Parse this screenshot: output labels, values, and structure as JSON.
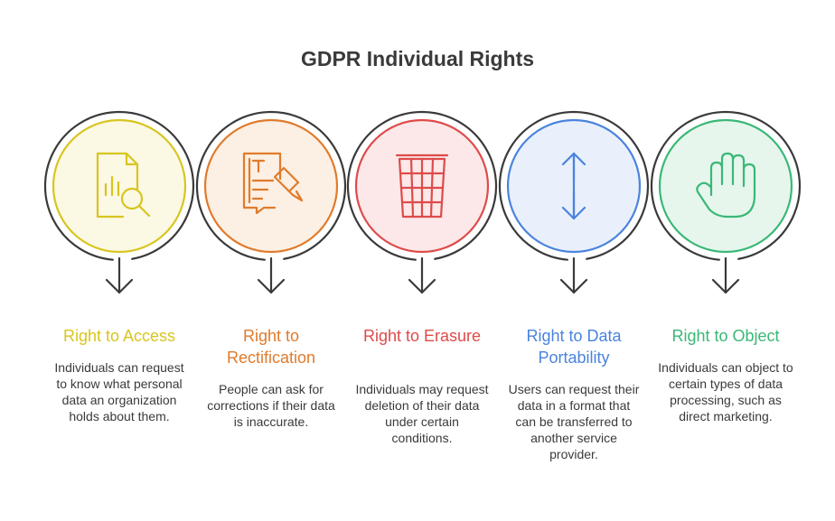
{
  "title": "GDPR Individual Rights",
  "colors": {
    "track": "#3a3a3a",
    "title": "#3a3a3a",
    "text": "#3a3a3a"
  },
  "items": [
    {
      "heading": "Right to Access",
      "description": "Individuals can request to know what personal data an organization holds about them.",
      "color": "#d8c51e",
      "fill": "#fbf8e4",
      "icon": "document-search-icon"
    },
    {
      "heading": "Right to Rectification",
      "description": "People can ask for corrections if their data is inaccurate.",
      "color": "#e07b2c",
      "fill": "#fcefe3",
      "icon": "document-edit-icon"
    },
    {
      "heading": "Right to Erasure",
      "description": "Individuals may request deletion of their data under certain conditions.",
      "color": "#de4b4b",
      "fill": "#fce8e8",
      "icon": "trash-bin-icon"
    },
    {
      "heading": "Right to Data Portability",
      "description": "Users can request their data in a format that can be transferred to another service provider.",
      "color": "#4a83dd",
      "fill": "#e9f0fb",
      "icon": "transfer-arrows-icon"
    },
    {
      "heading": "Right to Object",
      "description": "Individuals can object to certain types of data processing, such as direct marketing.",
      "color": "#3ab876",
      "fill": "#e6f6ed",
      "icon": "stop-hand-icon"
    }
  ]
}
